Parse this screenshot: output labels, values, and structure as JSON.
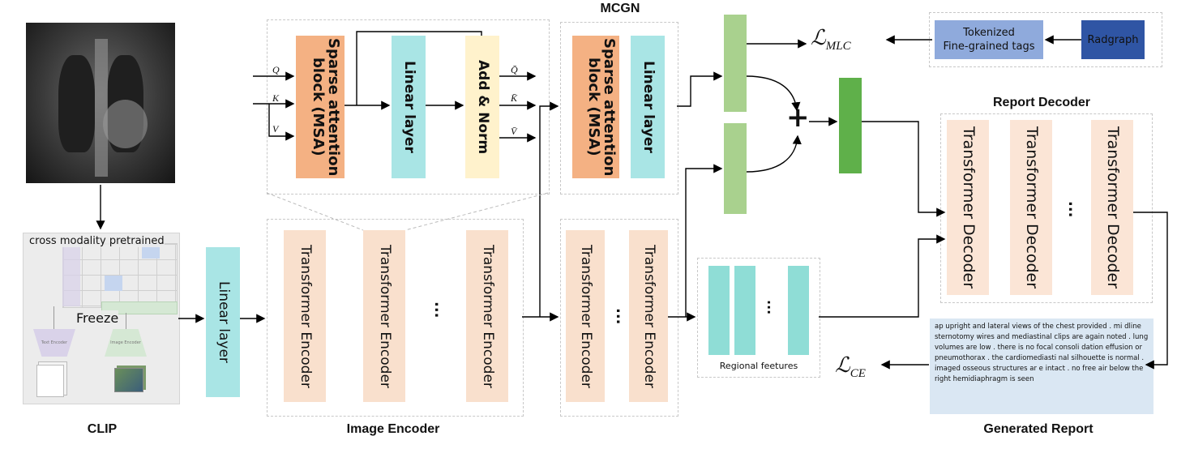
{
  "clip": {
    "caption": "CLIP",
    "pretrained_label": "cross modality pretrained",
    "freeze_label": "Freeze",
    "text_encoder_label": "Text Encoder",
    "image_encoder_label": "Image Encoder"
  },
  "linear_layer_main": "Linear layer",
  "image_encoder": {
    "caption": "Image  Encoder",
    "blocks": [
      "Transformer Encoder",
      "Transformer Encoder",
      "Transformer Encoder"
    ],
    "ellipsis": "..."
  },
  "attention_detail": {
    "inputs": [
      "Q",
      "K",
      "V"
    ],
    "sparse_block": "Sparse attention block (MSA)",
    "linear": "Linear layer",
    "add_norm": "Add & Norm",
    "outputs": [
      "Q̄",
      "K̄",
      "V̄"
    ]
  },
  "mcgn": {
    "title": "MCGN",
    "sparse_block": "Sparse attention block (MSA)",
    "linear": "Linear layer",
    "blocks": [
      "Transformer Encoder",
      "Transformer Encoder"
    ],
    "ellipsis": "..."
  },
  "regional": {
    "caption": "Regional feetures",
    "ellipsis": "..."
  },
  "fusion": {
    "plus": "+"
  },
  "loss_mlc": {
    "main": "ℒ",
    "sub": "MLC"
  },
  "loss_ce": {
    "main": "ℒ",
    "sub": "CE"
  },
  "tokenized": {
    "line1": "Tokenized",
    "line2": "Fine-grained tags"
  },
  "radgraph": "Radgraph",
  "report_decoder": {
    "title": "Report Decoder",
    "blocks": [
      "Transformer Decoder",
      "Transformer Decoder",
      "Transformer Decoder"
    ],
    "ellipsis": "..."
  },
  "generated_report": {
    "caption": "Generated Report",
    "text": "ap upright and lateral views of the chest provided . mi dline sternotomy wires and mediastinal clips are again noted . lung volumes are low . there is no focal consoli dation effusion or pneumothorax . the cardiomediasti nal silhouette is normal . imaged osseous structures ar e intact . no free air below the right hemidiaphragm is seen"
  },
  "colors": {
    "sparse": "#f4b183",
    "linear": "#a9e5e5",
    "addnorm": "#fff2cc",
    "green_light": "#a9d18e",
    "green_dark": "#5fb04a",
    "regional": "#8fddd6",
    "tokenized": "#8faadc",
    "radgraph": "#2f55a4",
    "report_bg": "#dae7f3"
  }
}
